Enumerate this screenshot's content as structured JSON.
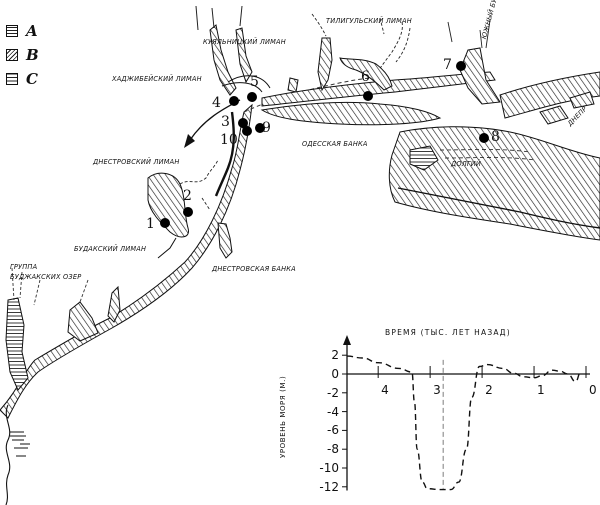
{
  "legend": [
    {
      "letter": "A",
      "pattern": "horizontal-lines"
    },
    {
      "letter": "B",
      "pattern": "diagonal-hatch"
    },
    {
      "letter": "C",
      "pattern": "dashed-lines"
    }
  ],
  "places": {
    "kuyalnik": "КУЯЛЬНИЦКИЙ ЛИМАН",
    "tiligul": "ТИЛИГУЛЬСКИЙ ЛИМАН",
    "yuzhny_bug": "ЮЖНЫЙ БУГ",
    "dnepr": "ДНЕПР",
    "khadzhibey": "ХАДЖИБЕЙСКИЙ ЛИМАН",
    "odessa_bank": "ОДЕССКАЯ БАНКА",
    "dolgiy": "ДОЛГИЙ",
    "dniester_liman": "ДНЕСТРОВСКИЙ ЛИМАН",
    "budak": "БУДАКСКИЙ ЛИМАН",
    "dniester_bank": "ДНЕСТРОВСКАЯ БАНКА",
    "budzhak_1": "ГРУППА",
    "budzhak_2": "БУДЖАКСКИХ ОЗЕР"
  },
  "sites": [
    "1",
    "2",
    "3",
    "4",
    "5",
    "6",
    "7",
    "8",
    "9",
    "10"
  ],
  "chart_data": {
    "type": "line",
    "title": "ВРЕМЯ (ТЫС. ЛЕТ НАЗАД)",
    "ylabel": "УРОВЕНЬ МОРЯ (М.)",
    "xlabel": "",
    "x_ticks": [
      "4",
      "3",
      "2",
      "1",
      "0"
    ],
    "y_ticks": [
      "2",
      "0",
      "-2",
      "-4",
      "-6",
      "-8",
      "-10",
      "-12"
    ],
    "xlim": [
      4.6,
      0
    ],
    "ylim": [
      -12.5,
      2.5
    ],
    "line_style": "dashed",
    "x": [
      4.6,
      4.3,
      4.0,
      3.6,
      3.35,
      3.3,
      3.25,
      3.15,
      3.05,
      2.8,
      2.6,
      2.45,
      2.3,
      2.2,
      2.05,
      1.9,
      1.6,
      1.4,
      1.2,
      1.0,
      0.85,
      0.65,
      0.5,
      0.35,
      0.2,
      0.1
    ],
    "y": [
      1.9,
      1.7,
      1.2,
      0.6,
      0.2,
      -3.0,
      -8.0,
      -11.5,
      -12.2,
      -12.3,
      -12.3,
      -11.5,
      -8.0,
      -2.5,
      0.8,
      1.0,
      0.6,
      0.1,
      -0.3,
      -0.4,
      -0.2,
      0.4,
      0.3,
      0.0,
      -0.8,
      0.2
    ]
  }
}
